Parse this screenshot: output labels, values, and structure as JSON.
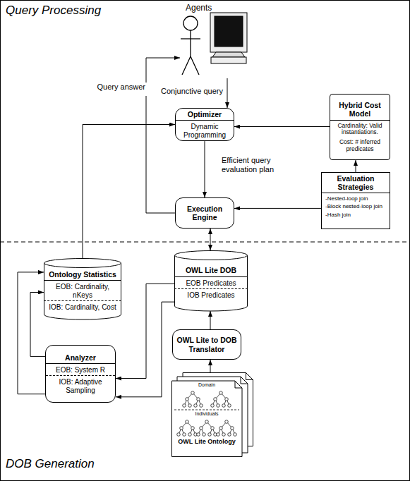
{
  "diagram": {
    "nodes": [
      {
        "text": [
          "Agents"
        ]
      },
      {
        "text": [
          "Optimizer",
          "Dynamic Programming"
        ]
      },
      {
        "text": [
          "Hybrid Cost Model",
          "Cardinality: Valid instantiations.",
          "Cost: # inferred predicates"
        ]
      },
      {
        "text": [
          "Evaluation Strategies",
          "-Nested-loop join",
          "-Block nested-loop join",
          "-Hash join"
        ]
      },
      {
        "text": [
          "Execution Engine"
        ]
      },
      {
        "text": [
          "Ontology Statistics",
          "EOB: Cardinality, nKeys",
          "IOB: Cardinality, Cost"
        ]
      },
      {
        "text": [
          "OWL Lite DOB",
          "EOB Predicates",
          "IOB Predicates"
        ]
      },
      {
        "text": [
          "Analyzer",
          "EOB: System R",
          "IOB: Adaptive Sampling"
        ]
      },
      {
        "text": [
          "OWL Lite to DOB Translator"
        ]
      },
      {
        "text": [
          "Domain",
          "Individuals",
          "OWL Lite Ontology"
        ]
      }
    ],
    "edges": [
      {
        "from": 0,
        "to": 1,
        "arrow": "to",
        "label": "Conjunctive query"
      },
      {
        "from": 1,
        "to": 4,
        "arrow": "to",
        "label": "Efficient query evaluation plan"
      },
      {
        "from": 2,
        "to": 1,
        "arrow": "to"
      },
      {
        "from": 3,
        "to": 2,
        "arrow": "to"
      },
      {
        "from": 3,
        "to": 4,
        "arrow": "to"
      },
      {
        "from": 4,
        "to": 0,
        "arrow": "to",
        "label": "Query answer"
      },
      {
        "from": 5,
        "to": 1,
        "arrow": "to"
      },
      {
        "from": 4,
        "to": 6,
        "arrow": "both"
      },
      {
        "from": 6,
        "to": 7,
        "arrow": "to"
      },
      {
        "from": 6,
        "to": 7,
        "arrow": "to"
      },
      {
        "from": 7,
        "to": 5,
        "arrow": "to"
      },
      {
        "from": 7,
        "to": 5,
        "arrow": "to"
      },
      {
        "from": 8,
        "to": 6,
        "arrow": "to"
      },
      {
        "from": 9,
        "to": 8,
        "arrow": "to"
      }
    ],
    "labels": [
      "Query Processing",
      "DOB Generation"
    ]
  }
}
